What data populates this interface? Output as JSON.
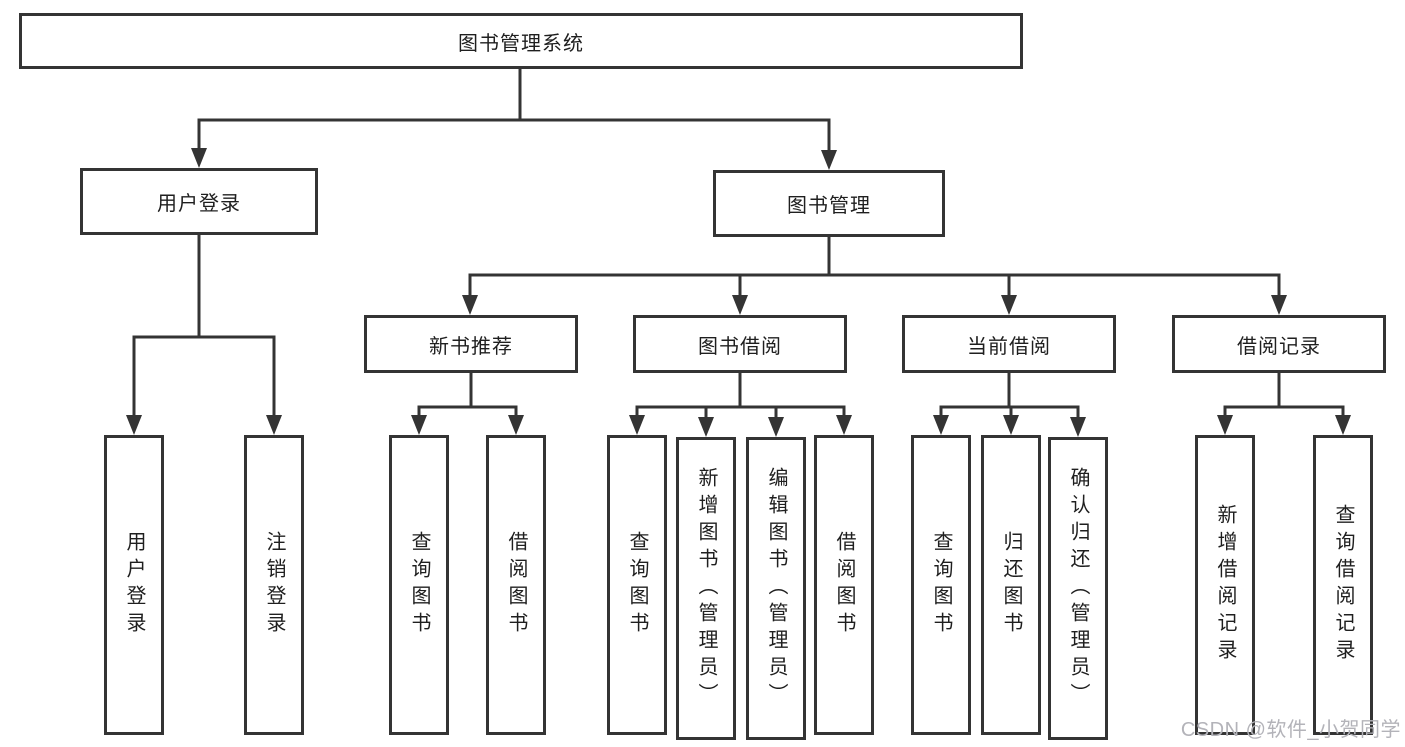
{
  "colors": {
    "line": "#343434",
    "box_border": "#343434",
    "text": "#1f1f1f",
    "background": "#ffffff",
    "watermark": "#b3b3b9"
  },
  "diagram": {
    "root": {
      "label": "图书管理系统"
    },
    "branches": [
      {
        "label": "用户登录",
        "leaves": [
          {
            "label": "用户登录"
          },
          {
            "label": "注销登录"
          }
        ]
      },
      {
        "label": "图书管理",
        "children": [
          {
            "label": "新书推荐",
            "leaves": [
              {
                "label": "查询图书"
              },
              {
                "label": "借阅图书"
              }
            ]
          },
          {
            "label": "图书借阅",
            "leaves": [
              {
                "label": "查询图书"
              },
              {
                "label": "新增图书（管理员）"
              },
              {
                "label": "编辑图书（管理员）"
              },
              {
                "label": "借阅图书"
              }
            ]
          },
          {
            "label": "当前借阅",
            "leaves": [
              {
                "label": "查询图书"
              },
              {
                "label": "归还图书"
              },
              {
                "label": "确认归还（管理员）"
              }
            ]
          },
          {
            "label": "借阅记录",
            "leaves": [
              {
                "label": "新增借阅记录"
              },
              {
                "label": "查询借阅记录"
              }
            ]
          }
        ]
      }
    ]
  },
  "watermark": {
    "text": "CSDN @软件_小贺同学"
  }
}
